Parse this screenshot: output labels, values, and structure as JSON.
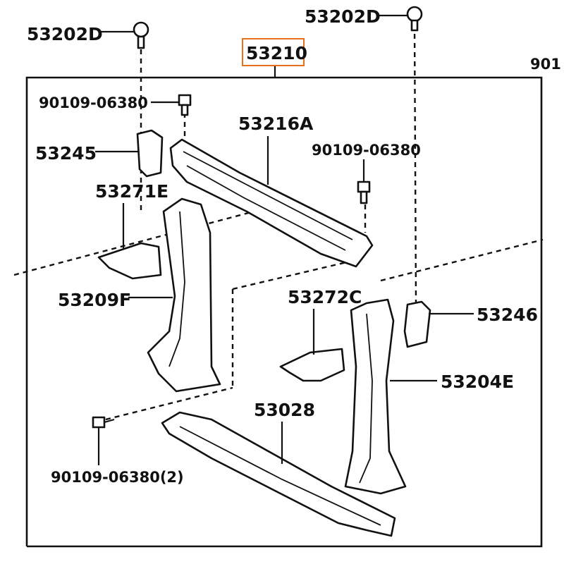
{
  "diagram": {
    "assembly_label": "53210",
    "highlight_color": "#e8701a",
    "cut_label": "901",
    "callouts": {
      "hood_lock_left": "53202D",
      "hood_lock_right": "53202D",
      "bolt_upper_left": "90109-06380",
      "upper_support": "53216A",
      "bolt_upper_right": "90109-06380",
      "bracket_left": "53245",
      "brace_left": "53271E",
      "side_support_left": "53209F",
      "brace_right": "53272C",
      "bracket_right": "53246",
      "side_support_right": "53204E",
      "lower_support": "53028",
      "bolt_lower": "90109-06380(2)"
    }
  }
}
